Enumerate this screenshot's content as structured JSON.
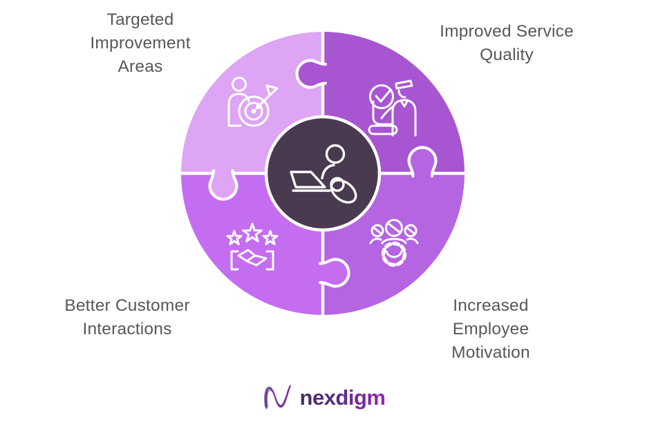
{
  "diagram": {
    "segments": [
      {
        "id": "top-left",
        "label": "Targeted\nImprovement\nAreas",
        "color": "#DDA5F4",
        "icon": "person-target-icon"
      },
      {
        "id": "top-right",
        "label": "Improved Service\nQuality",
        "color": "#A855D2",
        "icon": "service-agent-check-icon"
      },
      {
        "id": "bottom-right",
        "label": "Increased\nEmployee\nMotivation",
        "color": "#B565E1",
        "icon": "team-gear-icon"
      },
      {
        "id": "bottom-left",
        "label": "Better Customer\nInteractions",
        "color": "#C46DF1",
        "icon": "stars-handshake-icon"
      }
    ],
    "center": {
      "color": "#493A50",
      "ring_color": "#FFFFFF",
      "icon": "person-laptop-icon"
    },
    "divider_color": "#FFFFFF",
    "label_color": "#57575A"
  },
  "footer": {
    "brand": "nexdigm",
    "brand_gradient_start": "#41306B",
    "brand_gradient_end": "#9C23B5"
  }
}
